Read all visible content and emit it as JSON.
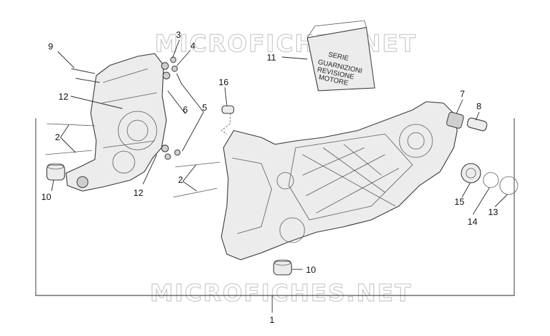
{
  "watermark": "MICROFICHES.NET",
  "gasket_kit_label": [
    "SERIE",
    "GUARNIZIONI",
    "REVISIONE",
    "MOTORE"
  ],
  "callouts": {
    "c1": "1",
    "c2a": "2",
    "c2b": "2",
    "c3": "3",
    "c4": "4",
    "c5": "5",
    "c6": "6",
    "c7": "7",
    "c8": "8",
    "c9": "9",
    "c10a": "10",
    "c10b": "10",
    "c11": "11",
    "c12a": "12",
    "c12b": "12",
    "c13": "13",
    "c14": "14",
    "c15": "15",
    "c16": "16"
  }
}
